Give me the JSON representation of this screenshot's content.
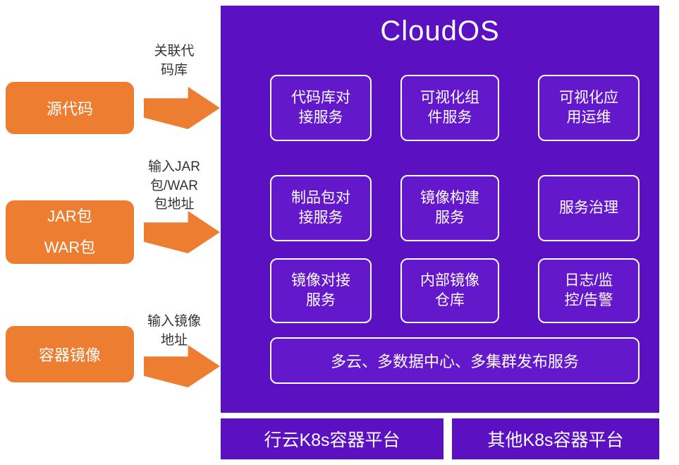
{
  "title": "CloudOS",
  "inputs": [
    {
      "box": "源代码",
      "note": "关联代\n码库"
    },
    {
      "box": "JAR包\nWAR包",
      "note": "输入JAR\n包/WAR\n包地址"
    },
    {
      "box": "容器镜像",
      "note": "输入镜像\n地址"
    }
  ],
  "services": [
    "代码库对\n接服务",
    "可视化组\n件服务",
    "可视化应\n用运维",
    "制品包对\n接服务",
    "镜像构建\n服务",
    "服务治理",
    "镜像对接\n服务",
    "内部镜像\n仓库",
    "日志/监\n控/告警"
  ],
  "wide_service": "多云、多数据中心、多集群发布服务",
  "platforms": [
    "行云K8s容器平台",
    "其他K8s容器平台"
  ],
  "colors": {
    "orange": "#ED7D31",
    "panel_purple": "#5B11C1",
    "service_purple": "#6418CC",
    "note_text": "#333333"
  }
}
